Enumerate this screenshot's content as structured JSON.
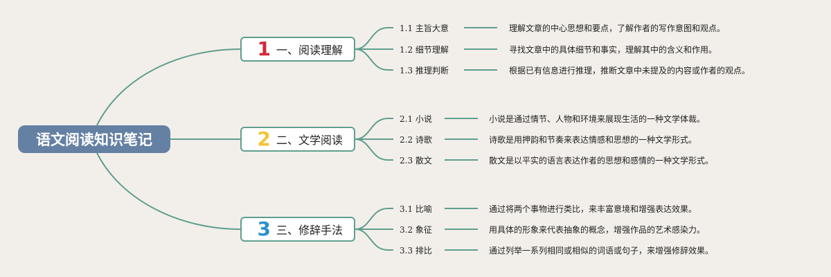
{
  "title": "语文阅读知识笔记",
  "colors": {
    "background": "#f2efea",
    "root": "#6480a3",
    "link": "#5f9e8e",
    "num1": "#d3283a",
    "num2": "#f2c438",
    "num3": "#2b8fd0"
  },
  "branches": [
    {
      "number": "1",
      "label": "一、阅读理解",
      "items": [
        {
          "label": "1.1 主旨大意",
          "desc": "理解文章的中心思想和要点，了解作者的写作意图和观点。"
        },
        {
          "label": "1.2 细节理解",
          "desc": "寻找文章中的具体细节和事实，理解其中的含义和作用。"
        },
        {
          "label": "1.3 推理判断",
          "desc": "根据已有信息进行推理，推断文章中未提及的内容或作者的观点。"
        }
      ]
    },
    {
      "number": "2",
      "label": "二、文学阅读",
      "items": [
        {
          "label": "2.1 小说",
          "desc": "小说是通过情节、人物和环境来展现生活的一种文学体裁。"
        },
        {
          "label": "2.2 诗歌",
          "desc": "诗歌是用押韵和节奏来表达情感和思想的一种文学形式。"
        },
        {
          "label": "2.3 散文",
          "desc": "散文是以平实的语言表达作者的思想和感情的一种文学形式。"
        }
      ]
    },
    {
      "number": "3",
      "label": "三、修辞手法",
      "items": [
        {
          "label": "3.1 比喻",
          "desc": "通过将两个事物进行类比，来丰富意境和增强表达效果。"
        },
        {
          "label": "3.2 象征",
          "desc": "用具体的形象来代表抽象的概念，增强作品的艺术感染力。"
        },
        {
          "label": "3.3 排比",
          "desc": "通过列举一系列相同或相似的词语或句子，来增强修辞效果。"
        }
      ]
    }
  ]
}
